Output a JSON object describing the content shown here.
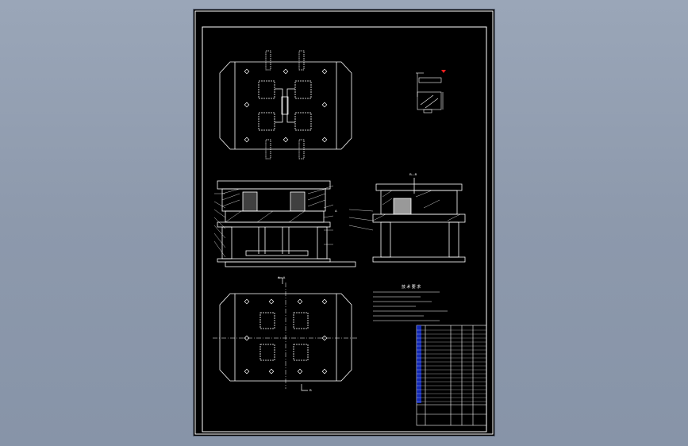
{
  "drawing": {
    "section_label_top": "A—A",
    "section_label_mid": "B—B",
    "section_marker_bottom": "B",
    "section_marker_bottom_left": "A",
    "tech_title": "技 术 要 求"
  },
  "colors": {
    "background": "#8d99ac",
    "sheet": "#000000",
    "lines": "#ffffff",
    "centerline": "#ffffff",
    "marker": "#ff2020",
    "table_highlight": "#1a3aff"
  }
}
